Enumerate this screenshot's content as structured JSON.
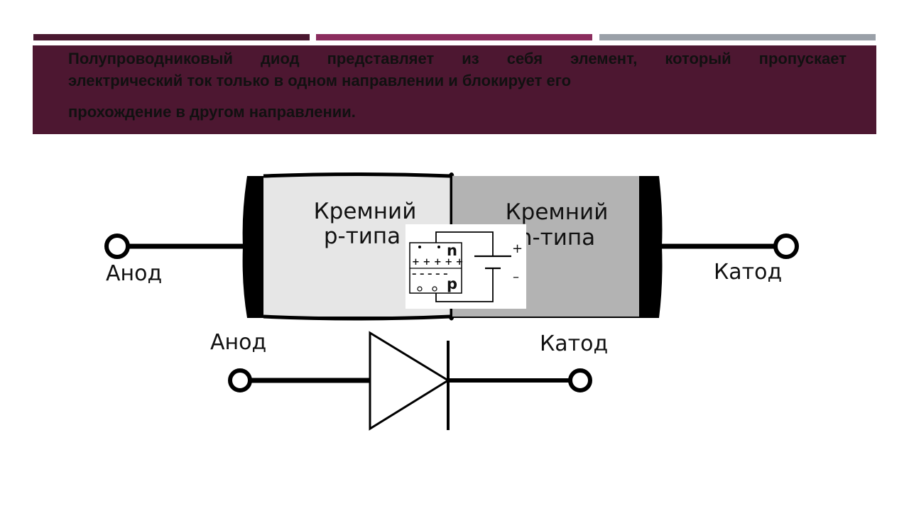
{
  "theme": {
    "bar_colors": [
      "#4a1830",
      "#8b2d5e",
      "#9aa0a8"
    ],
    "banner_color": "#4d1731",
    "p_region_color": "#e6e6e6",
    "n_region_color": "#b3b3b3"
  },
  "banner": {
    "line1": "Полупроводниковый  диод  представляет  из  себя элемент,  который  пропускает",
    "line2": "электрический  ток  только  в  одном  направлении  и блокирует  его",
    "line3": "прохождение  в другом  направлении."
  },
  "diode_body": {
    "p_region_label_1": "Кремний",
    "p_region_label_2": "p-типа",
    "n_region_label_1": "Кремний",
    "n_region_label_2": "n-типа",
    "anode_label": "Анод",
    "cathode_label": "Катод"
  },
  "inset": {
    "n_label": "n",
    "p_label": "p",
    "plus_row": "+ + + + +",
    "minus_row": "– – – – –",
    "battery_plus": "+",
    "battery_minus": "–"
  },
  "symbol": {
    "anode_label": "Анод",
    "cathode_label": "Катод"
  }
}
